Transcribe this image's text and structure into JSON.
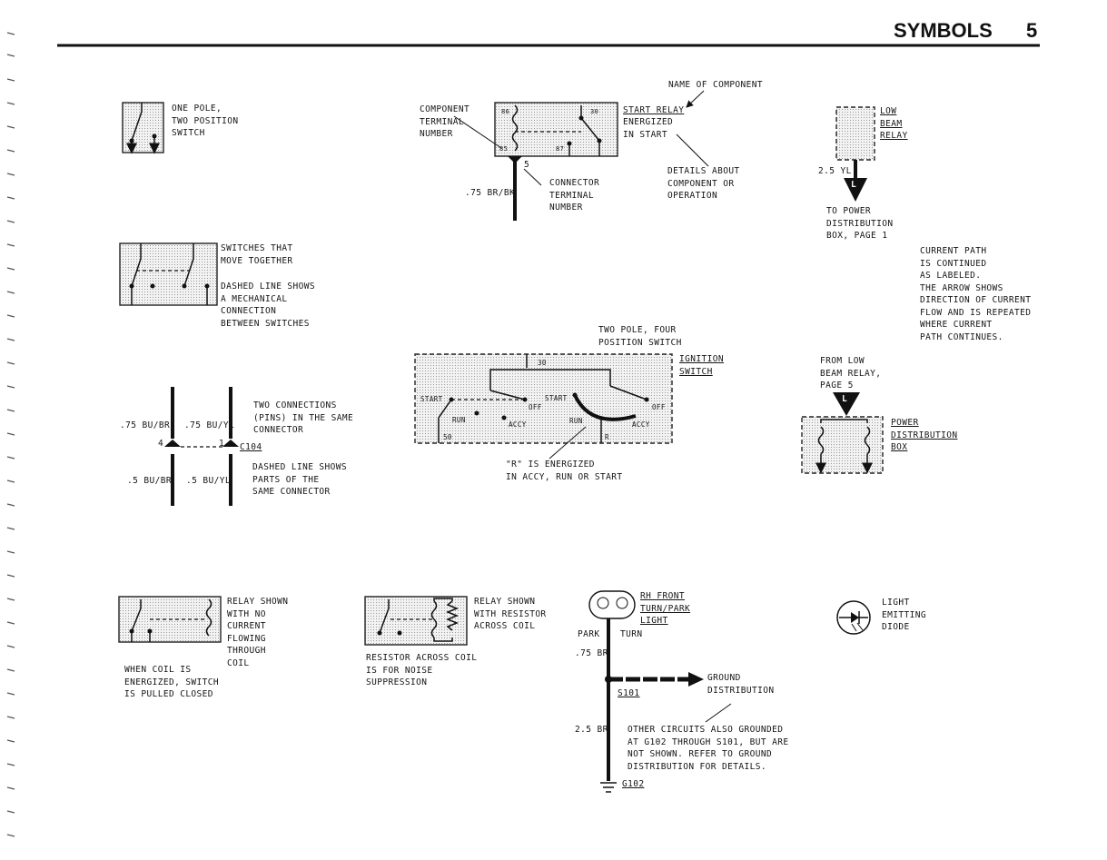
{
  "header": {
    "title": "SYMBOLS",
    "page_number": "5"
  },
  "one_pole": {
    "label": "ONE POLE,\nTWO POSITION\nSWITCH"
  },
  "start_relay": {
    "name_of_component": "NAME OF COMPONENT",
    "component_terminal_number": "COMPONENT\nTERMINAL\nNUMBER",
    "name": "START RELAY",
    "state": "ENERGIZED\nIN START",
    "details": "DETAILS ABOUT\nCOMPONENT OR\nOPERATION",
    "connector_terminal_number": "CONNECTOR\nTERMINAL\nNUMBER",
    "wire": ".75 BR/BK",
    "pin": "5",
    "terminals": {
      "t86": "86",
      "t30": "30",
      "t85": "85",
      "t87": "87"
    }
  },
  "low_beam": {
    "name": "LOW\nBEAM\nRELAY",
    "wire": "2.5 YL",
    "arrow_letter": "L",
    "destination": "TO POWER\nDISTRIBUTION\nBOX, PAGE 1"
  },
  "current_path_note": "CURRENT PATH\nIS CONTINUED\nAS LABELED.\nTHE ARROW SHOWS\nDIRECTION OF CURRENT\nFLOW AND IS REPEATED\nWHERE CURRENT\nPATH CONTINUES.",
  "ganged": {
    "label1": "SWITCHES THAT\nMOVE TOGETHER",
    "label2": "DASHED LINE SHOWS\nA MECHANICAL\nCONNECTION\nBETWEEN SWITCHES"
  },
  "ignition": {
    "caption": "TWO POLE, FOUR\nPOSITION SWITCH",
    "name": "IGNITION\nSWITCH",
    "t30": "30",
    "t50": "50",
    "tR": "R",
    "pos_start": "START",
    "pos_run": "RUN",
    "pos_accy": "ACCY",
    "pos_off": "OFF",
    "note": "\"R\" IS ENERGIZED\nIN ACCY, RUN OR START"
  },
  "power_dist": {
    "from": "FROM LOW\nBEAM RELAY,\nPAGE 5",
    "arrow_letter": "L",
    "name": "POWER\nDISTRIBUTION\nBOX"
  },
  "connector": {
    "wire_tl": ".75 BU/BR",
    "wire_tr": ".75 BU/YL",
    "wire_bl": ".5 BU/BR",
    "wire_br": ".5 BU/YL",
    "pin_left": "4",
    "pin_right": "1",
    "id": "C104",
    "label1": "TWO CONNECTIONS\n(PINS) IN THE SAME\nCONNECTOR",
    "label2": "DASHED LINE SHOWS\nPARTS OF THE\nSAME CONNECTOR"
  },
  "relay_no_current": {
    "label": "RELAY SHOWN\nWITH NO\nCURRENT\nFLOWING\nTHROUGH\nCOIL",
    "below": "WHEN COIL IS\nENERGIZED, SWITCH\nIS PULLED CLOSED"
  },
  "relay_resistor": {
    "label": "RELAY SHOWN\nWITH RESISTOR\nACROSS COIL",
    "below": "RESISTOR ACROSS COIL\nIS FOR NOISE\nSUPPRESSION"
  },
  "ground": {
    "light_name": "RH FRONT\nTURN/PARK\nLIGHT",
    "park": "PARK",
    "turn": "TURN",
    "wire1": ".75 BR",
    "splice": "S101",
    "distribution": "GROUND\nDISTRIBUTION",
    "wire2": "2.5 BR",
    "note": "OTHER CIRCUITS ALSO GROUNDED\nAT G102 THROUGH S101, BUT ARE\nNOT SHOWN. REFER TO GROUND\nDISTRIBUTION FOR DETAILS.",
    "ground_id": "G102"
  },
  "led": {
    "label": "LIGHT\nEMITTING\nDIODE"
  }
}
